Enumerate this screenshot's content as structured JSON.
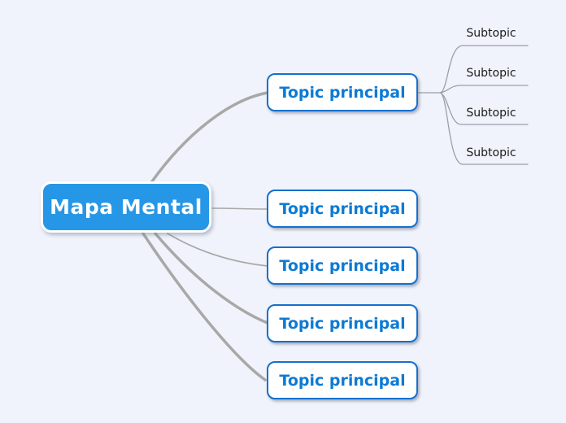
{
  "diagram": {
    "root": {
      "label": "Mapa Mental"
    },
    "topics": [
      {
        "label": "Topic principal"
      },
      {
        "label": "Topic principal"
      },
      {
        "label": "Topic principal"
      },
      {
        "label": "Topic principal"
      },
      {
        "label": "Topic principal"
      }
    ],
    "subtopics": [
      {
        "label": "Subtopic"
      },
      {
        "label": "Subtopic"
      },
      {
        "label": "Subtopic"
      },
      {
        "label": "Subtopic"
      }
    ],
    "colors": {
      "background": "#f0f3fb",
      "root_fill": "#2697e6",
      "root_text": "#ffffff",
      "topic_border": "#1470cf",
      "topic_text": "#0d7ad4",
      "connector": "#a8a8a8",
      "subtopic_line": "#9a9fa6",
      "subtopic_text": "#1c1c1e"
    }
  }
}
